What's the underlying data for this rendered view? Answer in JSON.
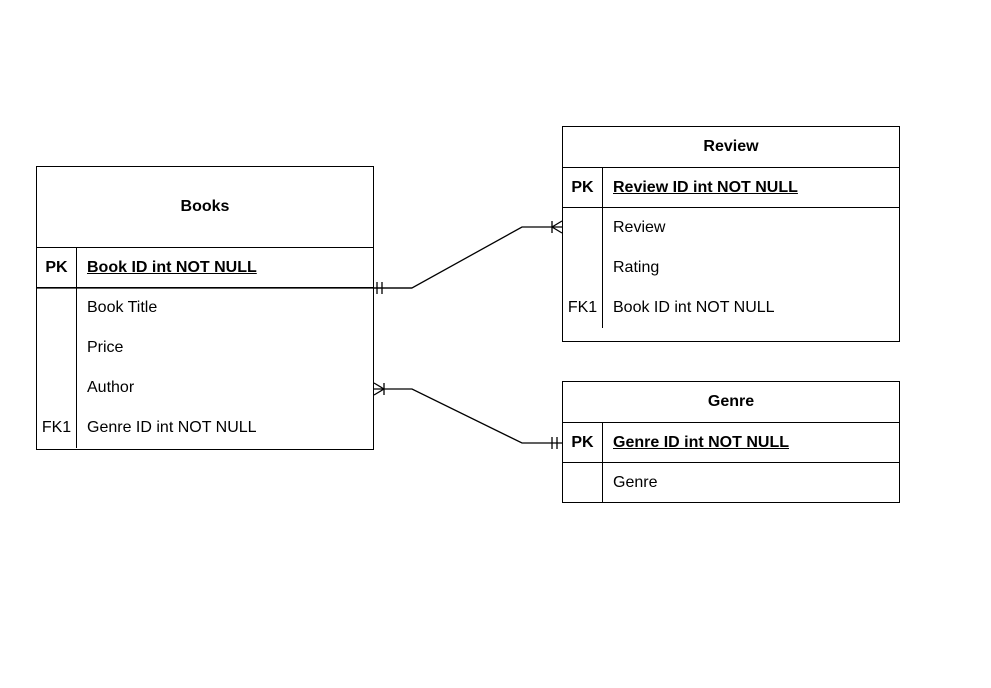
{
  "entities": {
    "books": {
      "title": "Books",
      "pk_label": "PK",
      "pk_field": "Book ID int NOT NULL",
      "rows": [
        {
          "key": "",
          "field": "Book Title"
        },
        {
          "key": "",
          "field": "Price"
        },
        {
          "key": "",
          "field": "Author"
        },
        {
          "key": "FK1",
          "field": "Genre ID int NOT NULL"
        }
      ]
    },
    "review": {
      "title": "Review",
      "pk_label": "PK",
      "pk_field": "Review ID int NOT NULL",
      "rows": [
        {
          "key": "",
          "field": "Review"
        },
        {
          "key": "",
          "field": "Rating"
        },
        {
          "key": "FK1",
          "field": "Book ID int NOT NULL"
        }
      ]
    },
    "genre": {
      "title": "Genre",
      "pk_label": "PK",
      "pk_field": "Genre ID int NOT NULL",
      "rows": [
        {
          "key": "",
          "field": "Genre"
        }
      ]
    }
  },
  "relationships": [
    {
      "from": "books",
      "from_cardinality": "one-and-only-one",
      "to": "review",
      "to_cardinality": "one-or-many"
    },
    {
      "from": "books",
      "from_cardinality": "one-or-many",
      "to": "genre",
      "to_cardinality": "one-and-only-one"
    }
  ],
  "colors": {
    "line": "#000000",
    "background": "#ffffff"
  }
}
